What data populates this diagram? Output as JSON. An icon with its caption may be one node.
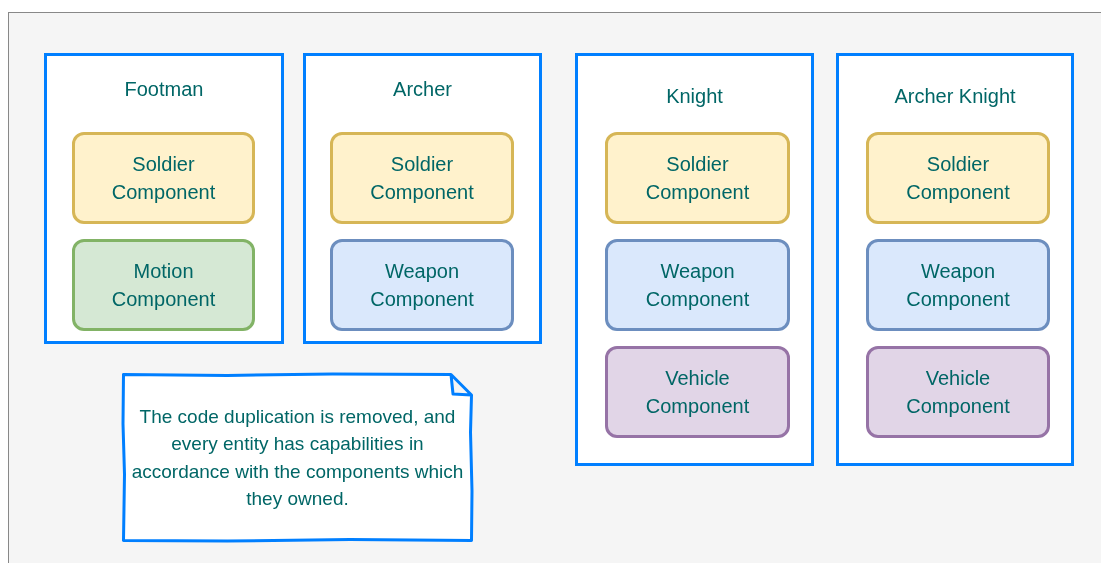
{
  "diagram": {
    "nodes": [
      {
        "text": [
          "Footman"
        ]
      },
      {
        "text": [
          "Soldier Component"
        ],
        "in": 0
      },
      {
        "text": [
          "Motion Component"
        ],
        "in": 0
      },
      {
        "text": [
          "Archer"
        ]
      },
      {
        "text": [
          "Soldier Component"
        ],
        "in": 3
      },
      {
        "text": [
          "Weapon Component"
        ],
        "in": 3
      },
      {
        "text": [
          "Knight"
        ]
      },
      {
        "text": [
          "Soldier Component"
        ],
        "in": 6
      },
      {
        "text": [
          "Weapon Component"
        ],
        "in": 6
      },
      {
        "text": [
          "Vehicle Component"
        ],
        "in": 6
      },
      {
        "text": [
          "Archer Knight"
        ]
      },
      {
        "text": [
          "Soldier Component"
        ],
        "in": 10
      },
      {
        "text": [
          "Weapon Component"
        ],
        "in": 10
      },
      {
        "text": [
          "Vehicle Component"
        ],
        "in": 10
      },
      {
        "text": [
          "The code duplication is removed, and every entity has capabilities in accordance with the components which they owned."
        ]
      }
    ]
  }
}
